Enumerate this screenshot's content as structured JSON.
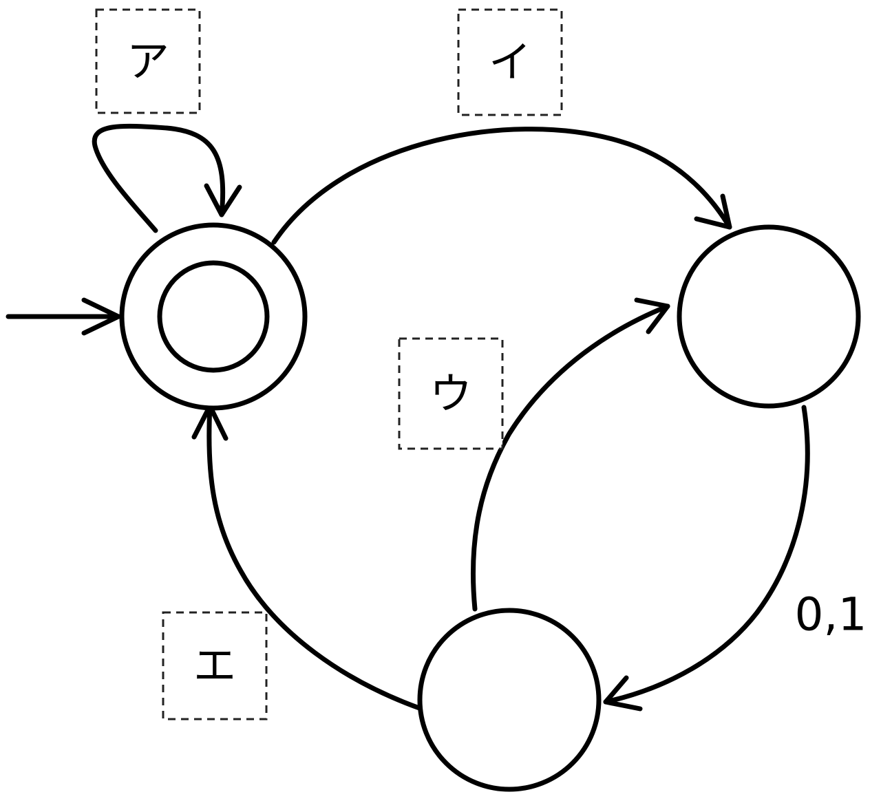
{
  "diagram": {
    "type": "finite-state-automaton",
    "states": [
      {
        "id": "s0",
        "initial": true,
        "accepting": true
      },
      {
        "id": "s1",
        "initial": false,
        "accepting": false
      },
      {
        "id": "s2",
        "initial": false,
        "accepting": false
      }
    ],
    "transitions": [
      {
        "from": "s0",
        "to": "s0",
        "label": "ア"
      },
      {
        "from": "s0",
        "to": "s1",
        "label": "イ"
      },
      {
        "from": "s2",
        "to": "s1",
        "label": "ウ"
      },
      {
        "from": "s2",
        "to": "s0",
        "label": "エ"
      },
      {
        "from": "s1",
        "to": "s2",
        "label": "0,1"
      }
    ],
    "blanks": {
      "a": "ア",
      "i": "イ",
      "u": "ウ",
      "e": "エ"
    },
    "edge_label_s1_s2": "0,1"
  }
}
